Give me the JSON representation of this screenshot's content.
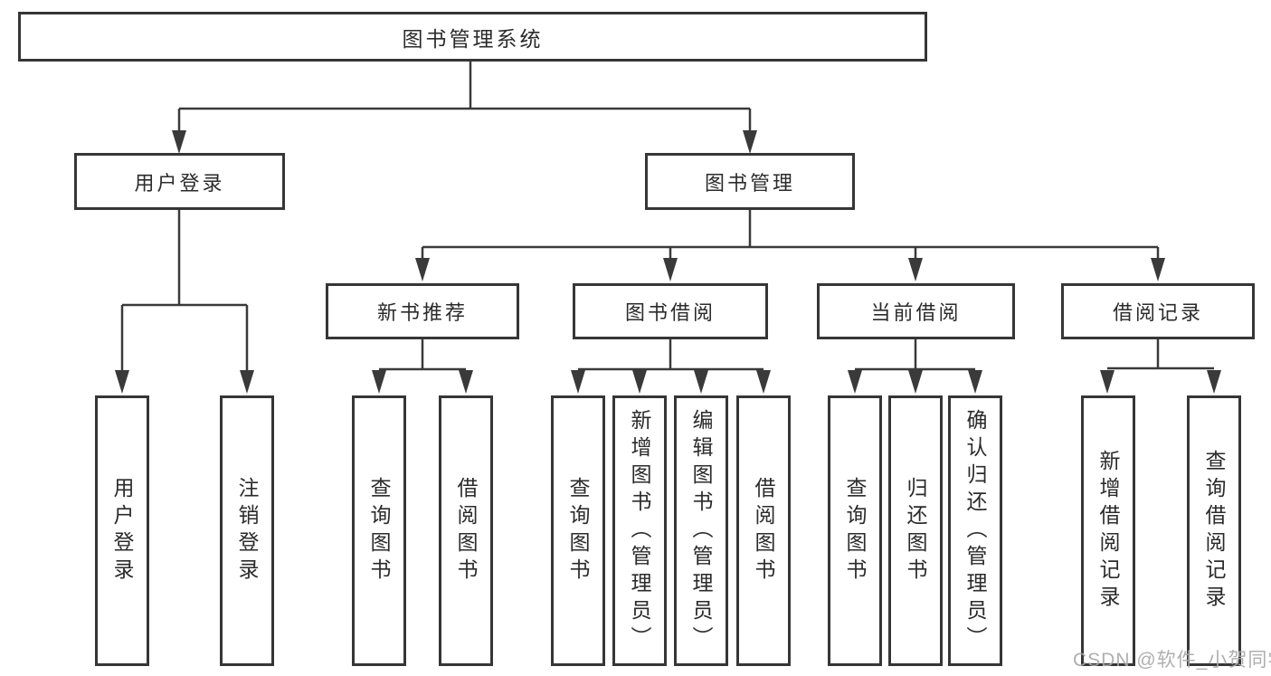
{
  "diagram": {
    "root_label": "图书管理系统",
    "branches": [
      {
        "label": "用户登录",
        "children": [
          {
            "label": "用户登录"
          },
          {
            "label": "注销登录"
          }
        ]
      },
      {
        "label": "图书管理",
        "children": [
          {
            "label": "新书推荐",
            "children": [
              {
                "label": "查询图书"
              },
              {
                "label": "借阅图书"
              }
            ]
          },
          {
            "label": "图书借阅",
            "children": [
              {
                "label": "查询图书"
              },
              {
                "label": "新增图书（管理员）"
              },
              {
                "label": "编辑图书（管理员）"
              },
              {
                "label": "借阅图书"
              }
            ]
          },
          {
            "label": "当前借阅",
            "children": [
              {
                "label": "查询图书"
              },
              {
                "label": "归还图书"
              },
              {
                "label": "确认归还（管理员）"
              }
            ]
          },
          {
            "label": "借阅记录",
            "children": [
              {
                "label": "新增借阅记录"
              },
              {
                "label": "查询借阅记录"
              }
            ]
          }
        ]
      }
    ]
  },
  "watermark": "CSDN @软件_小贺同学",
  "colors": {
    "line": "#3a3a3a",
    "box_border": "#363636",
    "text": "#2b2b2b",
    "watermark": "#a8a8a8",
    "background": "#ffffff"
  }
}
